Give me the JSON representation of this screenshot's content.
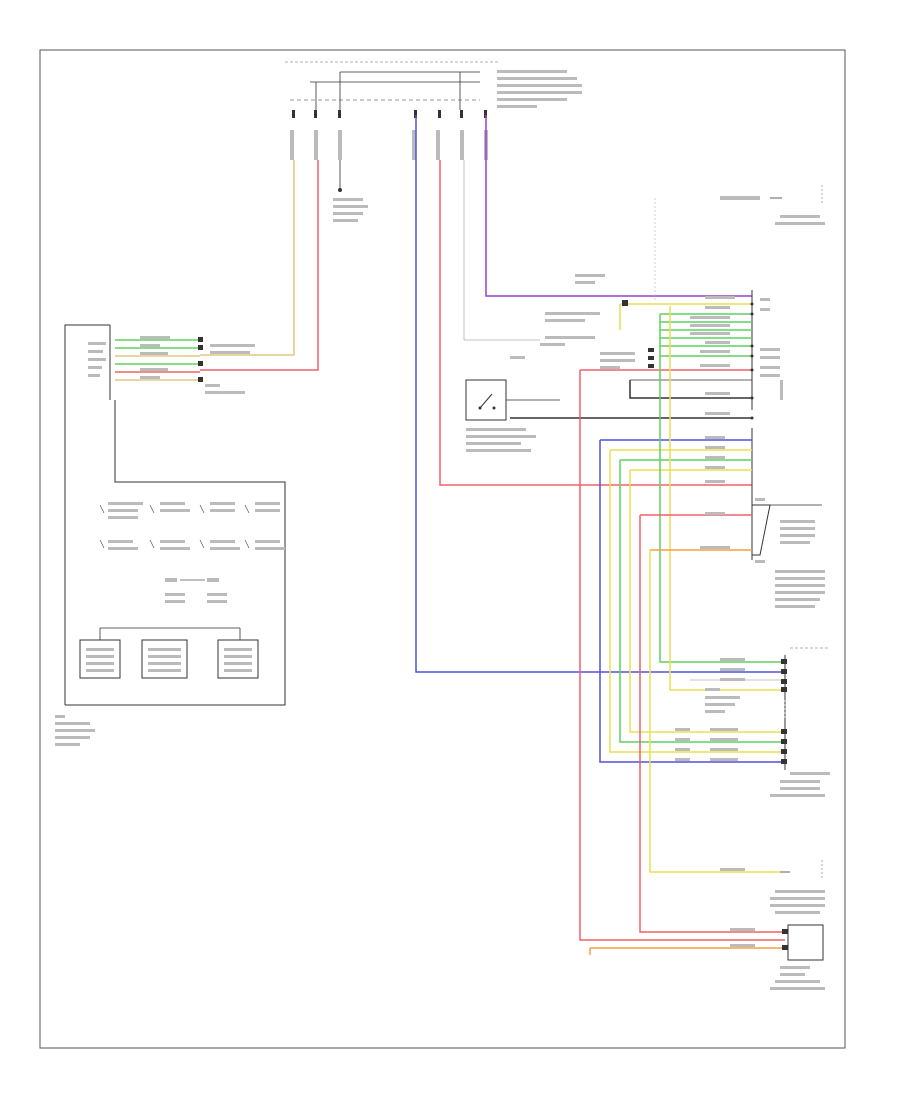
{
  "page_id": "",
  "colors": {
    "frame": "#333333",
    "wire_black": "#333333",
    "wire_red": "#f0606a",
    "wire_blue": "#5050e0",
    "wire_violet": "#9940d0",
    "wire_green": "#60d060",
    "wire_yellow": "#e8e050",
    "wire_orange": "#f0a040",
    "wire_tan": "#e0c880",
    "wire_gray": "#b0b0b0"
  },
  "components": [
    {
      "id": "sunroof-control-module",
      "label": ""
    },
    {
      "id": "fuse-relay-box",
      "label": ""
    },
    {
      "id": "steering-angle-sensor",
      "label": ""
    },
    {
      "id": "brake-light-switch",
      "label": ""
    },
    {
      "id": "steering-column-module",
      "label": ""
    },
    {
      "id": "multifunction-steering-wheel",
      "label": ""
    },
    {
      "id": "instrument-cluster",
      "label": ""
    }
  ],
  "legend_icons": [
    "switch-icon",
    "ground-icon",
    "connector-icon"
  ]
}
